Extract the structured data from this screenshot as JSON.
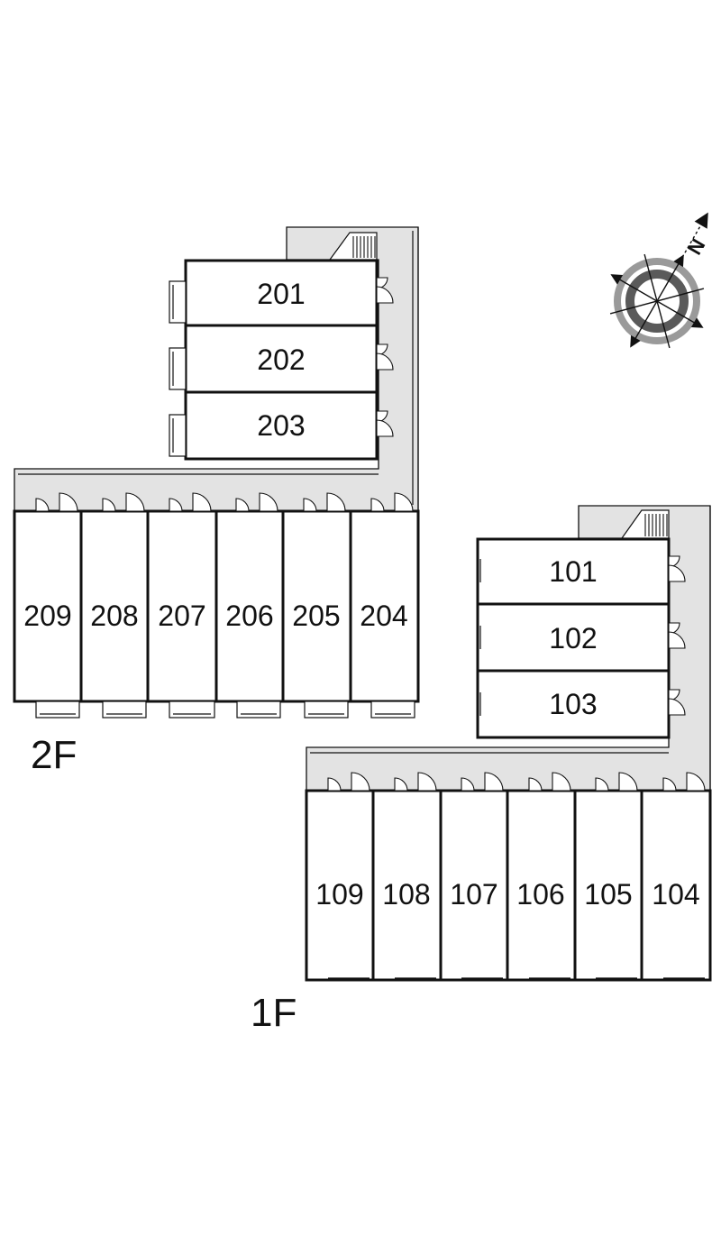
{
  "floors": [
    {
      "label": "2F",
      "side_units": [
        "201",
        "202",
        "203"
      ],
      "row_units": [
        "209",
        "208",
        "207",
        "206",
        "205",
        "204"
      ]
    },
    {
      "label": "1F",
      "side_units": [
        "101",
        "102",
        "103"
      ],
      "row_units": [
        "109",
        "108",
        "107",
        "106",
        "105",
        "104"
      ]
    }
  ],
  "compass": {
    "north_label": "N",
    "icon": "compass-rose-icon"
  },
  "colors": {
    "corridor": "#e3e3e3",
    "walls": "#111111",
    "compass_ring": "#9a9a9a"
  }
}
